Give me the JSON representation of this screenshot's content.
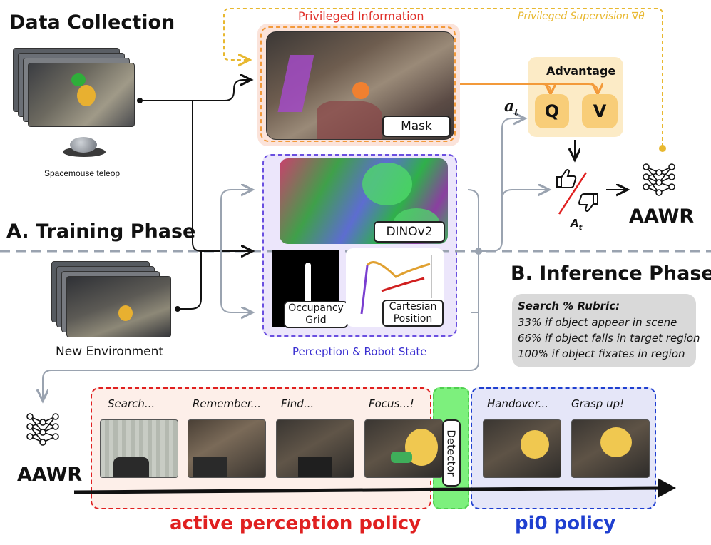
{
  "titles": {
    "data_collection": "Data Collection",
    "training_phase": "A. Training Phase",
    "inference_phase": "B. Inference Phase"
  },
  "labels": {
    "spacemouse": "Spacemouse teleop",
    "new_environment": "New Environment",
    "privileged_information": "Privileged Information",
    "privileged_supervision": "Privileged Supervision ∇θ",
    "mask": "Mask",
    "dinov2": "DINOv2",
    "occupancy_grid": "Occupancy Grid",
    "cartesian_position": "Cartesian Position",
    "perception_robot_state": "Perception & Robot State",
    "advantage": "Advantage",
    "q": "Q",
    "v": "V",
    "a_t": "a",
    "a_t_sub": "t",
    "A_t": "A",
    "A_t_sub": "t",
    "aawr_top": "AAWR",
    "aawr_bottom": "AAWR",
    "detector": "Detector",
    "active_policy": "active perception policy",
    "pi0_policy": "pi0 policy"
  },
  "rubric": {
    "title": "Search % Rubric:",
    "lines": [
      "33% if object appear in scene",
      "66% if object falls in target region",
      "100% if object fixates in region"
    ]
  },
  "steps": {
    "search": "Search...",
    "remember": "Remember...",
    "find": "Find...",
    "focus": "Focus...!",
    "handover": "Handover...",
    "grasp": "Grasp up!"
  },
  "colors": {
    "privileged_red": "#e0302a",
    "privileged_orange": "#f39a3a",
    "perception_purple": "#6a4fe0",
    "supervision_yellow": "#e8b830",
    "active_red": "#e02020",
    "pi0_blue": "#1f3fd0",
    "detector_green": "#5fe05f",
    "advantage_bg": "#fcebc6",
    "qv_bg": "#f8cd78"
  }
}
